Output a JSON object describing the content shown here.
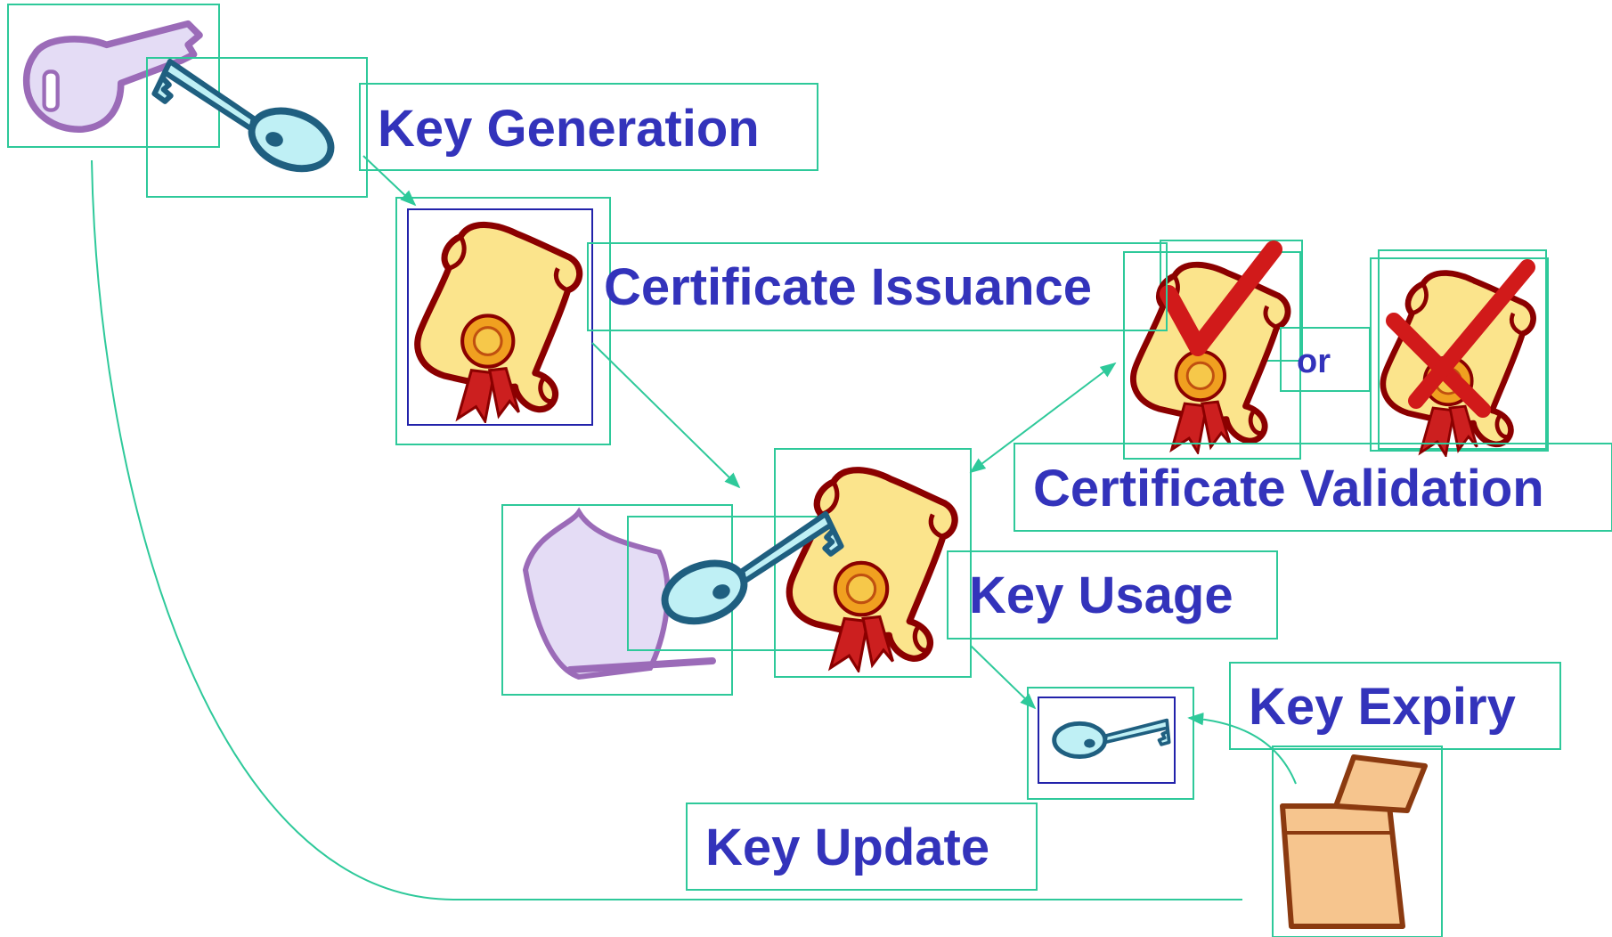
{
  "labels": {
    "key_generation": "Key Generation",
    "certificate_issuance": "Certificate Issuance",
    "certificate_validation": "Certificate Validation",
    "key_usage": "Key Usage",
    "key_expiry": "Key Expiry",
    "key_update": "Key Update",
    "or": "or"
  },
  "colors": {
    "label_text": "#3333bb",
    "connector": "#2ec99a",
    "inner_frame": "#2222aa",
    "scroll_fill": "#fbe48c",
    "scroll_outline": "#8b0000",
    "seal_orange": "#f0a020",
    "ribbon_red": "#cc1f1f",
    "check_red": "#d11a1a",
    "key_cyan": "#bff0f5",
    "key_outline": "#1f5f80",
    "old_key_lilac": "#e4dcf5",
    "old_key_outline": "#9b6bb8",
    "trash_fill": "#f6c58e",
    "trash_outline": "#8b3a10"
  },
  "icons": [
    "old-key-icon",
    "new-key-icon",
    "certificate-icon",
    "certificate-valid-icon",
    "certificate-invalid-icon",
    "trash-bag-icon",
    "small-key-icon",
    "trash-bin-icon"
  ]
}
